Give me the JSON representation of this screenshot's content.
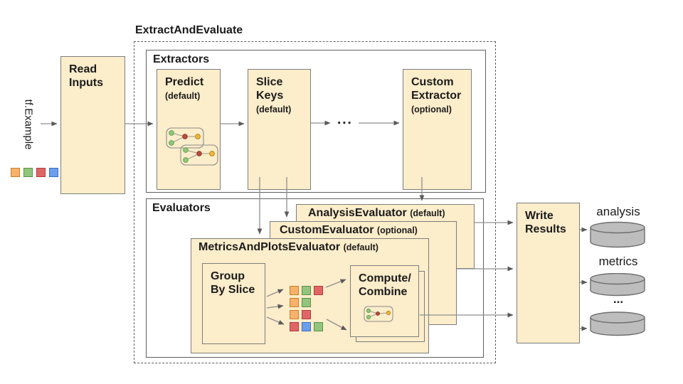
{
  "colors": {
    "box_fill": "#FCEDCB",
    "box_border": "#7d7d7d",
    "section_border": "#5f5f5f",
    "arrow": "#8f8f8f",
    "arrowhead": "#5a5a5a",
    "cylinder_fill": "#BDBDBD",
    "cylinder_border": "#6e6e6e",
    "square_palette": {
      "orange": {
        "fill": "#F6B26B",
        "stroke": "#CE7E29"
      },
      "green": {
        "fill": "#93C47D",
        "stroke": "#5C9246"
      },
      "red": {
        "fill": "#E06666",
        "stroke": "#B13D3D"
      },
      "blue": {
        "fill": "#6D9EEB",
        "stroke": "#3A6FC4"
      }
    }
  },
  "input": {
    "label": "tf.Example",
    "squares": [
      "orange",
      "green",
      "red",
      "blue"
    ]
  },
  "read_inputs": {
    "lines": [
      "Read",
      "Inputs"
    ]
  },
  "pipeline": {
    "title": "ExtractAndEvaluate"
  },
  "extractors": {
    "label": "Extractors",
    "predict": {
      "name": "Predict",
      "qualifier": "(default)"
    },
    "slice_keys": {
      "line1": "Slice",
      "line2": "Keys",
      "qualifier": "(default)"
    },
    "ellipsis": "...",
    "custom": {
      "line1": "Custom",
      "line2": "Extractor",
      "qualifier": "(optional)"
    }
  },
  "evaluators": {
    "label": "Evaluators",
    "analysis": {
      "name": "AnalysisEvaluator",
      "qualifier": "(default)"
    },
    "custom": {
      "name": "CustomEvaluator",
      "qualifier": "(optional)"
    },
    "metrics_plots": {
      "name": "MetricsAndPlotsEvaluator",
      "qualifier": "(default)"
    },
    "group_by_slice": {
      "lines": [
        "Group",
        "By Slice"
      ]
    },
    "compute_combine": {
      "lines": [
        "Compute/",
        "Combine"
      ]
    },
    "slice_rows": [
      [
        "orange",
        "green",
        "red"
      ],
      [
        "orange",
        "green"
      ],
      [
        "orange",
        "red"
      ],
      [
        "red",
        "blue",
        "green"
      ]
    ]
  },
  "write_results": {
    "lines": [
      "Write",
      "Results"
    ]
  },
  "outputs": {
    "items": [
      {
        "label": "analysis"
      },
      {
        "label": "metrics"
      },
      {
        "label": "..."
      }
    ]
  }
}
